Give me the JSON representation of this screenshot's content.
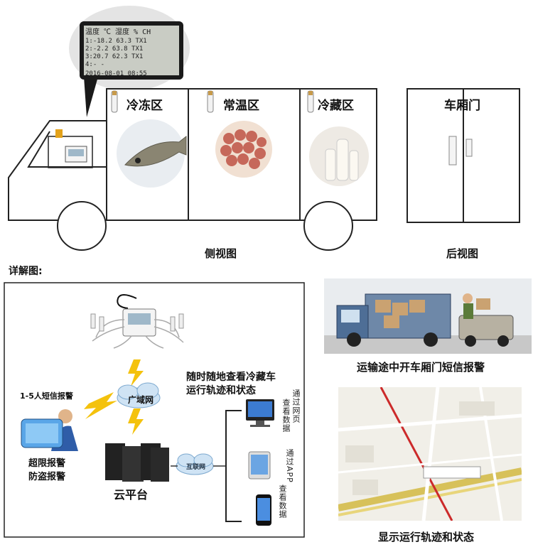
{
  "lcd": {
    "header": "温度 ℃  湿度 %  CH",
    "rows": [
      "1:-18.2    63.3 TX1",
      "2:-2.2     63.8 TX1",
      "3:20.7     62.3 TX1",
      "4:- -"
    ],
    "datetime": "2016-08-01 08:55"
  },
  "truck": {
    "zones": [
      "冷冻区",
      "常温区",
      "冷藏区"
    ],
    "rear_label": "车厢门",
    "side_view": "侧视图",
    "rear_view": "后视图"
  },
  "detail": {
    "title": "详解图:",
    "wan": "广域网",
    "sms_label": "1-5人短信报警",
    "alarm1": "超限报警",
    "alarm2": "防盗报警",
    "cloud": "云平台",
    "internet": "互联网",
    "check_line1": "随时随地查看冷藏车",
    "check_line2": "运行轨迹和状态",
    "web_col1": "通过网页",
    "web_col2": "查看数据",
    "app_col1": "通过APP",
    "app_col2": "查看数据"
  },
  "right": {
    "caption1": "运输途中开车厢门短信报警",
    "caption2": "显示运行轨迹和状态"
  }
}
